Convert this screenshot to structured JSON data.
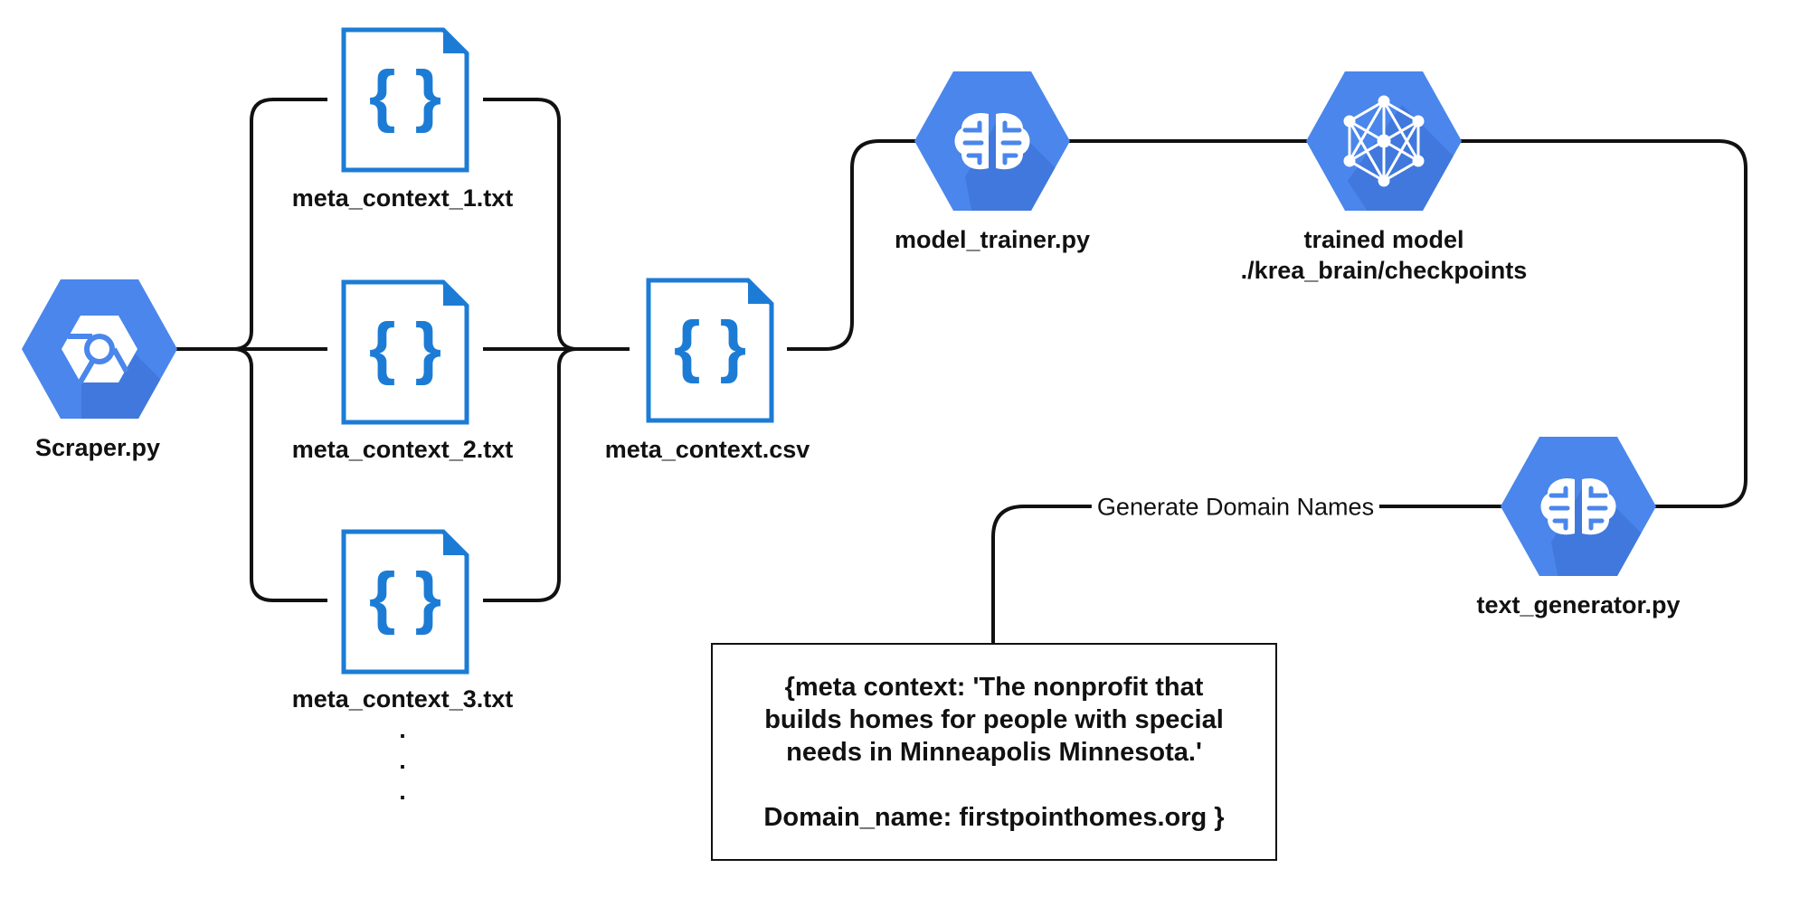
{
  "colors": {
    "node_fill": "#4A86EB",
    "node_shadow": "#3D74D9",
    "file_blue": "#1C7CD5",
    "line": "#111111"
  },
  "nodes": {
    "scraper": {
      "label": "Scraper.py",
      "icon": "chrome-hexagon-icon"
    },
    "file1": {
      "label": "meta_context_1.txt",
      "icon": "json-file-icon"
    },
    "file2": {
      "label": "meta_context_2.txt",
      "icon": "json-file-icon"
    },
    "file3": {
      "label": "meta_context_3.txt",
      "icon": "json-file-icon"
    },
    "csv": {
      "label": "meta_context.csv",
      "icon": "json-file-icon"
    },
    "trainer": {
      "label": "model_trainer.py",
      "icon": "brain-hexagon-icon"
    },
    "model": {
      "label_line1": "trained model",
      "label_line2": "./krea_brain/checkpoints",
      "icon": "network-hexagon-icon"
    },
    "generator": {
      "label": "text_generator.py",
      "icon": "brain-hexagon-icon"
    }
  },
  "ellipsis": [
    ".",
    ".",
    "."
  ],
  "edge_label": "Generate Domain Names",
  "result": {
    "line1": "{meta context: 'The nonprofit that",
    "line2": "builds homes for people with special",
    "line3": "needs in Minneapolis Minnesota.'",
    "line4": "Domain_name: firstpointhomes.org }"
  }
}
